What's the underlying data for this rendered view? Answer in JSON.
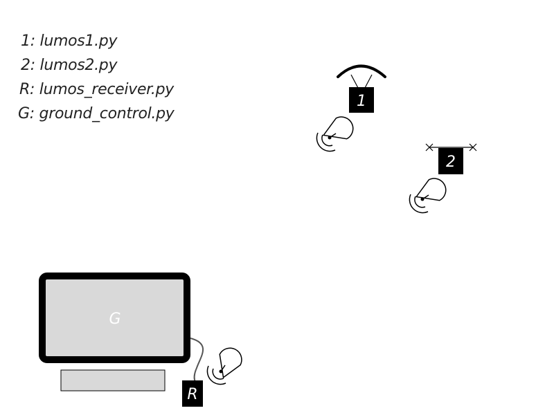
{
  "legend": [
    {
      "key": "1",
      "file": "lumos1.py"
    },
    {
      "key": "2",
      "file": "lumos2.py"
    },
    {
      "key": "R",
      "file": "lumos_receiver.py"
    },
    {
      "key": "G",
      "file": "ground_control.py"
    }
  ],
  "legend_text": [
    "1: lumos1.py",
    "2: lumos2.py",
    "R: lumos_receiver.py",
    "G: ground_control.py"
  ],
  "nodes": {
    "lumos1": "1",
    "lumos2": "2",
    "receiver": "R",
    "ground_control": "G"
  },
  "colors": {
    "line": "#000000",
    "screen": "#d9d9d9",
    "monitor_frame": "#000000",
    "node_fill": "#000000",
    "node_text": "#ffffff"
  },
  "icons": [
    "satellite-dish-icon",
    "arc-antenna-icon",
    "dipole-antenna-icon",
    "monitor-icon",
    "keyboard-icon"
  ]
}
